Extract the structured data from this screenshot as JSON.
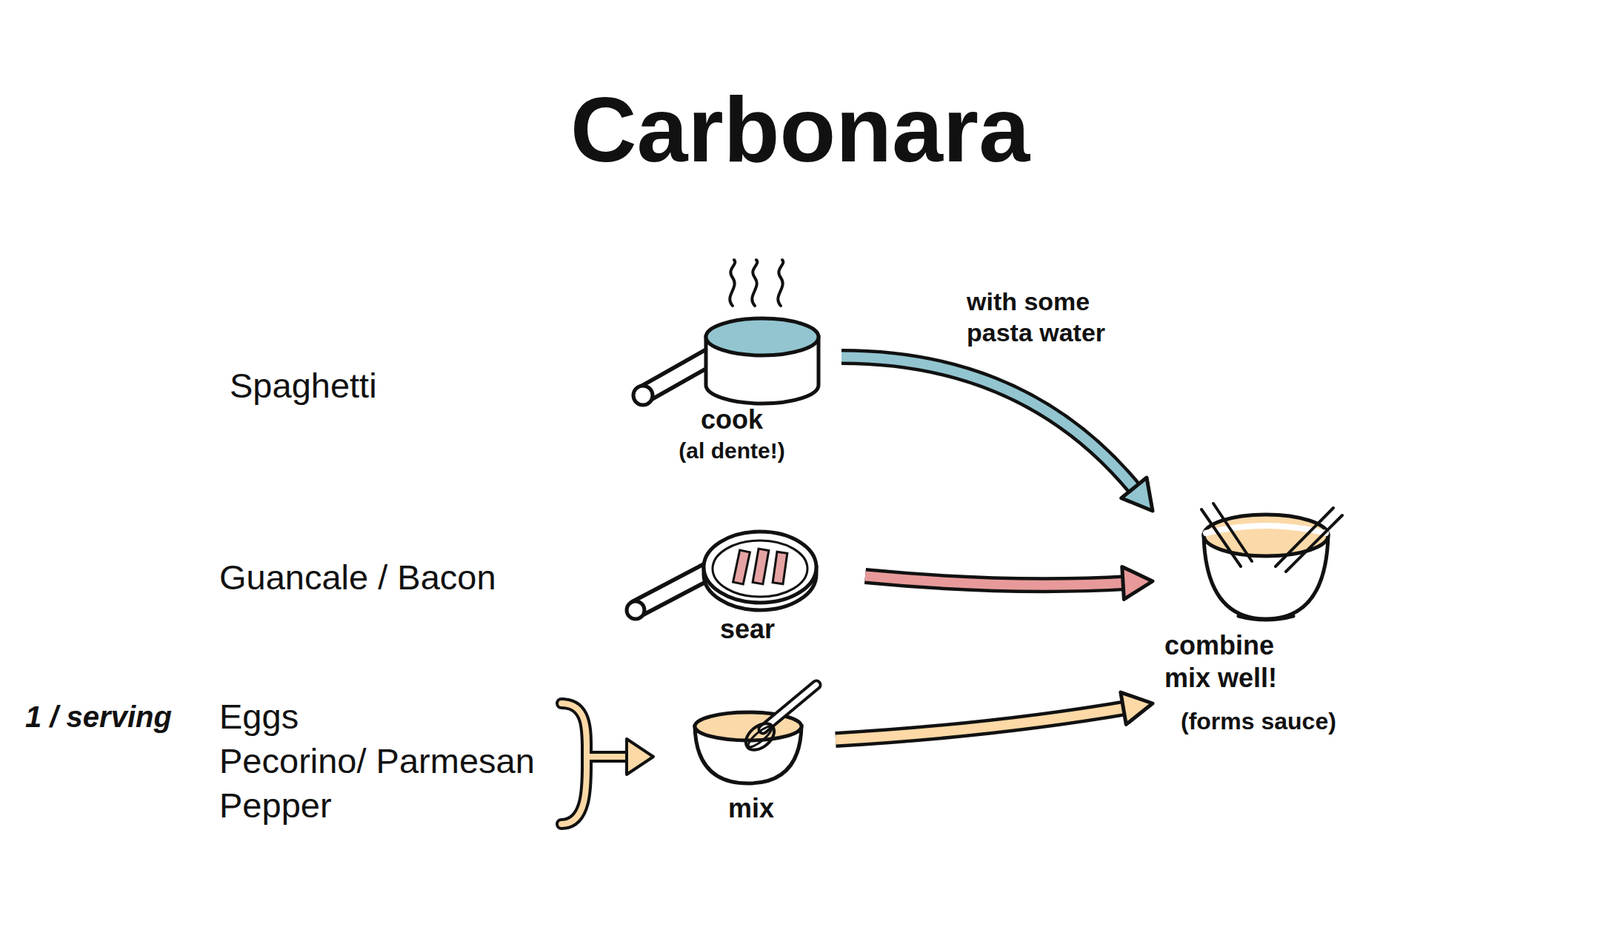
{
  "diagram": {
    "title": "Carbonara",
    "nodes": [
      {
        "text": [
          "cook",
          "(al dente!)"
        ]
      },
      {
        "text": [
          "sear"
        ]
      },
      {
        "text": [
          "mix"
        ]
      },
      {
        "text": [
          "combine mix well!",
          "(forms sauce)"
        ]
      }
    ],
    "edges": [
      {
        "from": 0,
        "to": 3,
        "arrow": "to",
        "label": "with some pasta water"
      },
      {
        "from": 1,
        "to": 3,
        "arrow": "to"
      },
      {
        "from": 2,
        "to": 3,
        "arrow": "to"
      }
    ],
    "labels": [
      "Spaghetti",
      "Guancale / Bacon",
      "1 / serving",
      "Eggs",
      "Pecorino/ Parmesan",
      "Pepper"
    ]
  }
}
